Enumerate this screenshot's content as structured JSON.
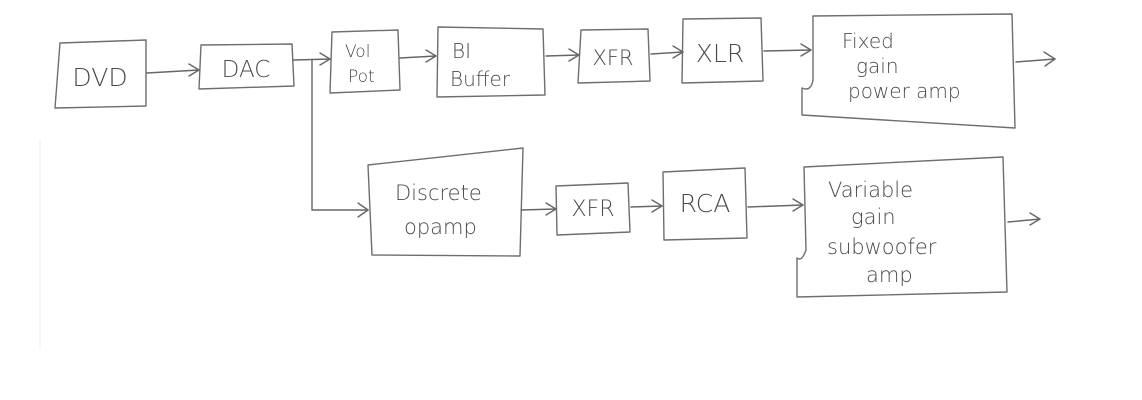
{
  "diagram": {
    "blocks": [
      {
        "id": "dvd",
        "lines": [
          "DVD"
        ]
      },
      {
        "id": "dac",
        "lines": [
          "DAC"
        ]
      },
      {
        "id": "vol-pot",
        "lines": [
          "Vol",
          "Pot"
        ]
      },
      {
        "id": "bi-buffer",
        "lines": [
          "BI",
          "Buffer"
        ]
      },
      {
        "id": "xfr-top",
        "lines": [
          "XFR"
        ]
      },
      {
        "id": "xlr",
        "lines": [
          "XLR"
        ]
      },
      {
        "id": "fixed-gain-power-amp",
        "lines": [
          "Fixed",
          "gain",
          "power amp"
        ]
      },
      {
        "id": "discrete-opamp",
        "lines": [
          "Discrete",
          "opamp"
        ]
      },
      {
        "id": "xfr-bottom",
        "lines": [
          "XFR"
        ]
      },
      {
        "id": "rca",
        "lines": [
          "RCA"
        ]
      },
      {
        "id": "variable-gain-subwoofer-amp",
        "lines": [
          "Variable",
          "gain",
          "subwoofer",
          "amp"
        ]
      }
    ],
    "connections": [
      {
        "from": "dvd",
        "to": "dac"
      },
      {
        "from": "dac",
        "to": "vol-pot"
      },
      {
        "from": "vol-pot",
        "to": "bi-buffer"
      },
      {
        "from": "bi-buffer",
        "to": "xfr-top"
      },
      {
        "from": "xfr-top",
        "to": "xlr"
      },
      {
        "from": "xlr",
        "to": "fixed-gain-power-amp"
      },
      {
        "from": "fixed-gain-power-amp",
        "to": "output"
      },
      {
        "from": "dac",
        "to": "discrete-opamp"
      },
      {
        "from": "discrete-opamp",
        "to": "xfr-bottom"
      },
      {
        "from": "xfr-bottom",
        "to": "rca"
      },
      {
        "from": "rca",
        "to": "variable-gain-subwoofer-amp"
      },
      {
        "from": "variable-gain-subwoofer-amp",
        "to": "output"
      }
    ]
  }
}
